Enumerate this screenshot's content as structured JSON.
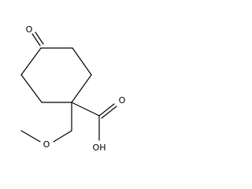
{
  "molecule": {
    "atoms": {
      "ketone_oxygen": "O",
      "acid_carbonyl_oxygen": "O",
      "acid_hydroxyl": "OH",
      "ether_oxygen": "O"
    }
  }
}
